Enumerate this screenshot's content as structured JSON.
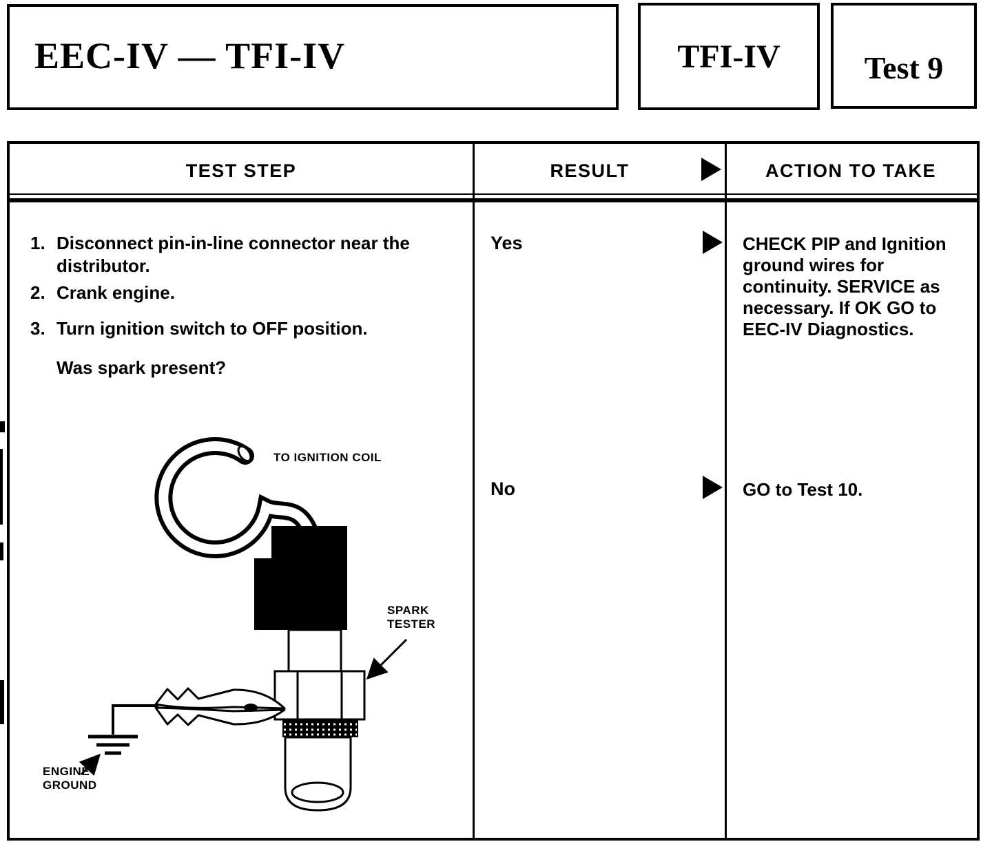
{
  "header": {
    "title": "EEC-IV — TFI-IV",
    "system_badge": "TFI-IV",
    "test_badge": "Test 9"
  },
  "table": {
    "headers": {
      "test_step": "TEST STEP",
      "result": "RESULT",
      "action": "ACTION TO TAKE"
    },
    "steps": [
      {
        "num": "1.",
        "text": "Disconnect pin-in-line connector near the distributor."
      },
      {
        "num": "2.",
        "text": "Crank engine."
      },
      {
        "num": "3.",
        "text": "Turn ignition switch to OFF position."
      }
    ],
    "question": "Was spark present?",
    "outcomes": [
      {
        "result": "Yes",
        "action": "CHECK PIP and Ignition ground wires for continuity. SERVICE as necessary. If OK GO to EEC-IV Diagnostics."
      },
      {
        "result": "No",
        "action": "GO to Test 10."
      }
    ]
  },
  "diagram": {
    "label_coil": "TO IGNITION COIL",
    "label_tester": "SPARK\nTESTER",
    "label_ground": "ENGINE\nGROUND"
  }
}
